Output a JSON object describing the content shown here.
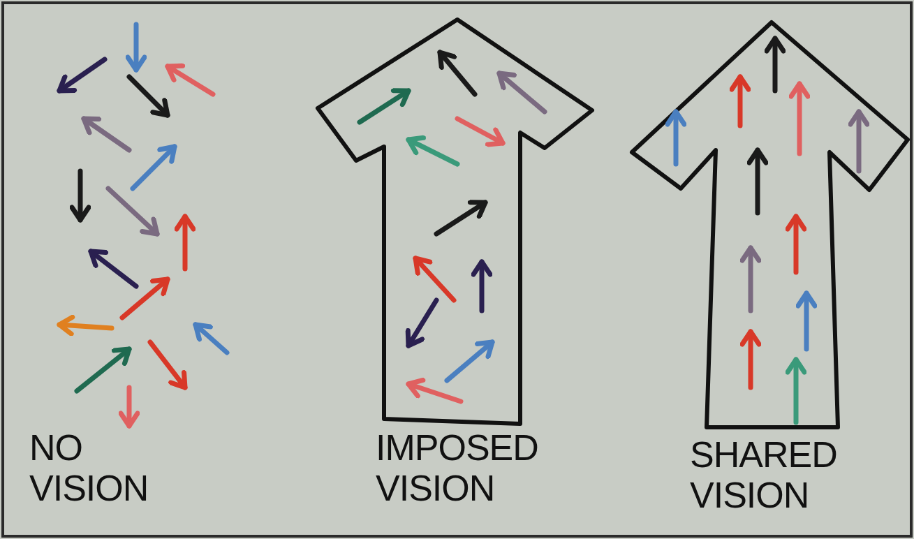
{
  "diagram": {
    "labels": [
      "NO VISION",
      "IMPOSED VISION",
      "SHARED VISION"
    ]
  }
}
